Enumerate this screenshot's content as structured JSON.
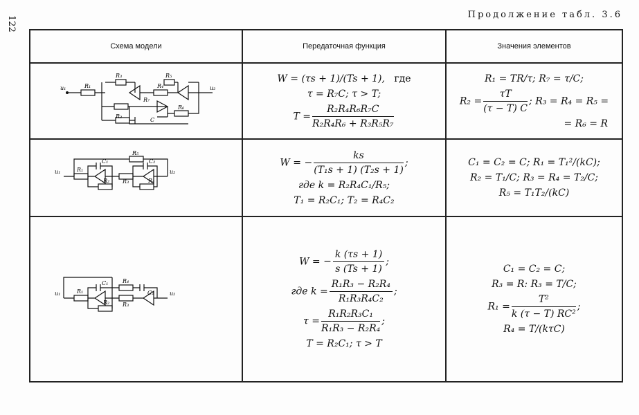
{
  "page_number": "122",
  "continuation": "Продолжение табл. 3.6",
  "headers": [
    "Схема модели",
    "Передаточная функция",
    "Значения элементов"
  ],
  "rows": [
    {
      "labels": {
        "u1": "u₁",
        "u2": "u₂",
        "R1": "R₁",
        "R2": "R₂",
        "R3": "R₃",
        "R4": "R₄",
        "R5": "R₅",
        "R6": "R₆",
        "R7": "R₇",
        "C": "C"
      },
      "tf": {
        "l1": "W = (τs + 1)/(Ts + 1),",
        "l1b": "где",
        "l2": "τ = R₇C;   τ > T;",
        "l3a": "T =",
        "l3n": "R₂R₄R₆R₇C",
        "l3d": "R₂R₄R₆ + R₃R₅R₇"
      },
      "vals": {
        "l1": "R₁ = TR/τ;   R₇ = τ/C;",
        "l2a": "R₂ =",
        "l2n": "τT",
        "l2d": "(τ − T) C",
        "l2b": ";   R₃ = R₄ = R₅ =",
        "l3": "= R₆ = R"
      }
    },
    {
      "labels": {
        "u1": "u₁",
        "u2": "u₂",
        "R1": "R₁",
        "R2": "R₂",
        "R3": "R₃",
        "R4": "R₄",
        "R5": "R₅",
        "C1": "C₁",
        "C2": "C₂"
      },
      "tf": {
        "l1a": "W = −",
        "l1n": "ks",
        "l1d": "(T₁s + 1) (T₂s + 1)",
        "l1b": ";",
        "l2": "где   k = R₂R₄C₁/R₅;",
        "l3": "T₁ = R₂C₁;   T₂ = R₄C₂"
      },
      "vals": {
        "l1": "C₁ = C₂ = C;   R₁ = T₁²/(kC);",
        "l2": "R₂ = T₁/C;   R₃ = R₄ = T₂/C;",
        "l3": "R₅ = T₁T₂/(kC)"
      }
    },
    {
      "labels": {
        "u1": "u₁",
        "u2": "u₂",
        "R1": "R₁",
        "R2": "R₂",
        "R3": "R₃",
        "R4": "R₄",
        "C1": "C₁",
        "C2": "C₂"
      },
      "tf": {
        "l1a": "W = −",
        "l1n": "k (τs + 1)",
        "l1d": "s (Ts + 1)",
        "l1b": ";",
        "l2a": "где   k =",
        "l2n": "R₁R₃ − R₂R₄",
        "l2d": "R₁R₃R₄C₂",
        "l2b": ";",
        "l3a": "τ =",
        "l3n": "R₁R₂R₃C₁",
        "l3d": "R₁R₃ − R₂R₄",
        "l3b": ";",
        "l4": "T = R₂C₁;   τ > T"
      },
      "vals": {
        "l1": "C₁ = C₂ = C;",
        "l2": "R₃ = R:   R₃ = T/C;",
        "l3a": "R₁ =",
        "l3n": "T²",
        "l3d": "k (τ − T) RC²",
        "l3b": ";",
        "l4": "R₄ = T/(kτC)"
      }
    }
  ]
}
